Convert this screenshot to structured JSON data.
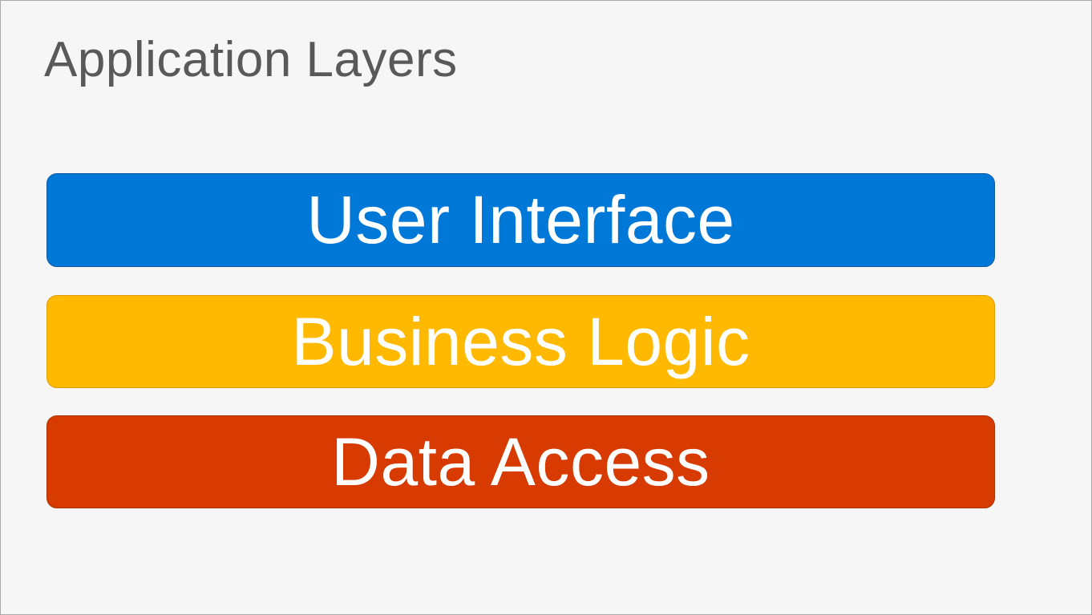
{
  "page": {
    "title": "Application Layers",
    "background_color": "#f6f6f6",
    "outer_border_color": "#a9a9a9",
    "title_color": "#595959",
    "layer_text_color": "#ffffff"
  },
  "layers": [
    {
      "label": "User Interface",
      "fill_color": "#0078d7",
      "stroke_color": "#1258a0"
    },
    {
      "label": "Business Logic",
      "fill_color": "#ffb900",
      "stroke_color": "#dd9c04"
    },
    {
      "label": "Data Access",
      "fill_color": "#d83b01",
      "stroke_color": "#a93001"
    }
  ]
}
